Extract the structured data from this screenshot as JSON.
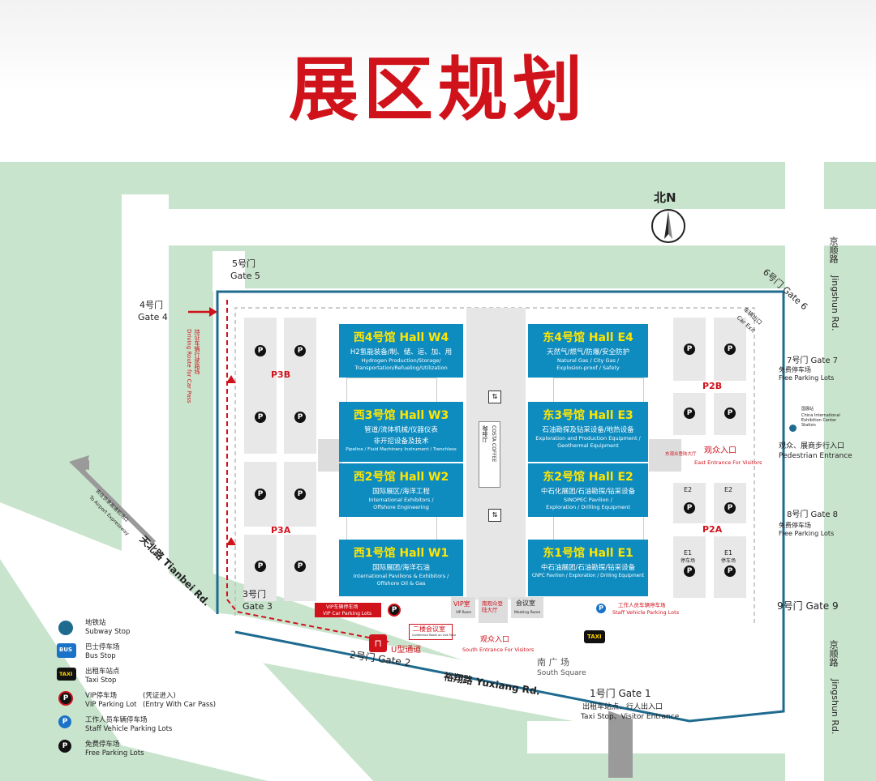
{
  "title": "展区规划",
  "compass": {
    "label": "北N"
  },
  "halls": {
    "w4": {
      "name": "西4号馆 Hall W4",
      "cn": "H2氢能装备/制、储、运、加、用",
      "en1": "Hydrogen Production/Storage/",
      "en2": "Transportation/Refueling/Utilization"
    },
    "w3": {
      "name": "西3号馆 Hall W3",
      "cn": "管道/流体机械/仪器仪表",
      "cn2": "非开挖设备及技术",
      "en1": "Pipeline / Fluid Machinery Instrument / Trenchless",
      "en2": ""
    },
    "w2": {
      "name": "西2号馆 Hall W2",
      "cn": "国际展区/海洋工程",
      "en1": "International Exhibitors /",
      "en2": "Offshore Engineering"
    },
    "w1": {
      "name": "西1号馆 Hall W1",
      "cn": "国际展团/海洋石油",
      "en1": "International Pavilions & Exhibitors /",
      "en2": "Offshore Oil & Gas"
    },
    "e4": {
      "name": "东4号馆 Hall E4",
      "cn": "天然气/燃气/防爆/安全防护",
      "en1": "Natural Gas / City Gas /",
      "en2": "Explosion-proof / Safety"
    },
    "e3": {
      "name": "东3号馆 Hall E3",
      "cn": "石油勘探及钻采设备/地热设备",
      "en1": "Exploration and Production Equipment /",
      "en2": "Geothermal Equipment"
    },
    "e2": {
      "name": "东2号馆 Hall E2",
      "cn": "中石化展团/石油勘探/钻采设备",
      "en1": "SINOPEC Pavilion /",
      "en2": "Exploration / Drilling Equipment"
    },
    "e1": {
      "name": "东1号馆 Hall E1",
      "cn": "中石油展团/石油勘探/钻采设备",
      "en1": "CNPC Pavilion / Exploration / Drilling Equipment",
      "en2": ""
    }
  },
  "costa": {
    "cn": "咖啡厅",
    "en": "COSTA COFFEE"
  },
  "zones": {
    "p3b": "P3B",
    "p3a": "P3A",
    "p2b": "P2B",
    "p2a": "P2A",
    "e2": "E2",
    "e1": "E1",
    "e_sub": "停车场"
  },
  "parking_symbol": "P",
  "gates": {
    "g5": {
      "cn": "5号门",
      "en": "Gate 5"
    },
    "g4": {
      "cn": "4号门",
      "en": "Gate 4"
    },
    "g3": {
      "cn": "3号门",
      "en": "Gate 3"
    },
    "g2": "2号门 Gate 2",
    "g1": "1号门 Gate 1",
    "g6": "6号门 Gate 6",
    "g7": "7号门 Gate 7",
    "g8": "8号门 Gate 8",
    "g9": "9号门 Gate 9"
  },
  "labels": {
    "car_exit_cn": "车辆出口",
    "car_exit_en": "Car Exit",
    "free_parking_cn": "免费停车场",
    "free_parking_en": "Free Parking Lots",
    "subway_station": "China International Exhibition Center Station",
    "subway_station_cn": "国展站",
    "pedestrian_cn": "观众、展商步行入口",
    "pedestrian_en": "Pedestrian Entrance",
    "east_entrance_cn": "观众入口",
    "east_entrance_en": "East Entrance For Visitors",
    "east_hall_cn": "东观众登陆大厅",
    "south_entrance_cn": "观众入口",
    "south_entrance_en": "South Entrance For Visitors",
    "vip_room": "VIP室",
    "vip_room_en": "VIP Room",
    "south_hall_cn": "南观众登陆大厅",
    "meeting_cn": "会议室",
    "meeting_en": "Meeting Room",
    "second_floor_cn": "二楼会议室",
    "second_floor_en": "Conference Room on 2nd Floor",
    "vip_parking_cn": "VIP车辆停车场",
    "vip_parking_en": "VIP Car Parking Lots",
    "staff_parking_cn": "工作人员车辆停车场",
    "staff_parking_en": "Staff Vehicle Parking Lots",
    "u_turn": "U型通道",
    "south_square_cn": "南 广 场",
    "south_square_en": "South Square",
    "taxi_cn": "出租车站点、行人出入口",
    "taxi_en": "Taxi Stop、Visitor Entrance",
    "driving_route_cn": "持证车辆行驶路线",
    "driving_route_en": "Driving Route for Car Pass",
    "airport_cn": "去往京承高速机场口",
    "airport_en": "To Airport Expressway",
    "taxi_sign": "TAXI"
  },
  "roads": {
    "jingshun_cn": "京顺路",
    "jingshun_en": "Jingshun Rd.",
    "tianbei": "天北路 Tianbei Rd.",
    "yuxiang": "裕翔路 Yuxiang Rd."
  },
  "legend": [
    {
      "icon": "subway-icon",
      "cn": "地铁站",
      "en": "Subway Stop"
    },
    {
      "icon": "bus-icon",
      "cn": "巴士停车场",
      "en": "Bus Stop"
    },
    {
      "icon": "taxi-icon",
      "cn": "出租车站点",
      "en": "Taxi Stop"
    },
    {
      "icon": "vip-parking-icon",
      "cn": "VIP停车场",
      "en": "VIP Parking Lot",
      "note_cn": "(凭证进入)",
      "note_en": "(Entry With Car Pass)"
    },
    {
      "icon": "staff-parking-icon",
      "cn": "工作人员车辆停车场",
      "en": "Staff Vehicle Parking Lots"
    },
    {
      "icon": "free-parking-icon",
      "cn": "免费停车场",
      "en": "Free Parking Lots"
    }
  ],
  "legend_symbols": {
    "bus": "BUS",
    "taxi": "TAXI"
  },
  "colors": {
    "title": "#d0121b",
    "hall": "#0e8bbf",
    "hall_title": "#ffe600",
    "green": "#c9e4cd",
    "border_road": "#1f6b8f"
  }
}
